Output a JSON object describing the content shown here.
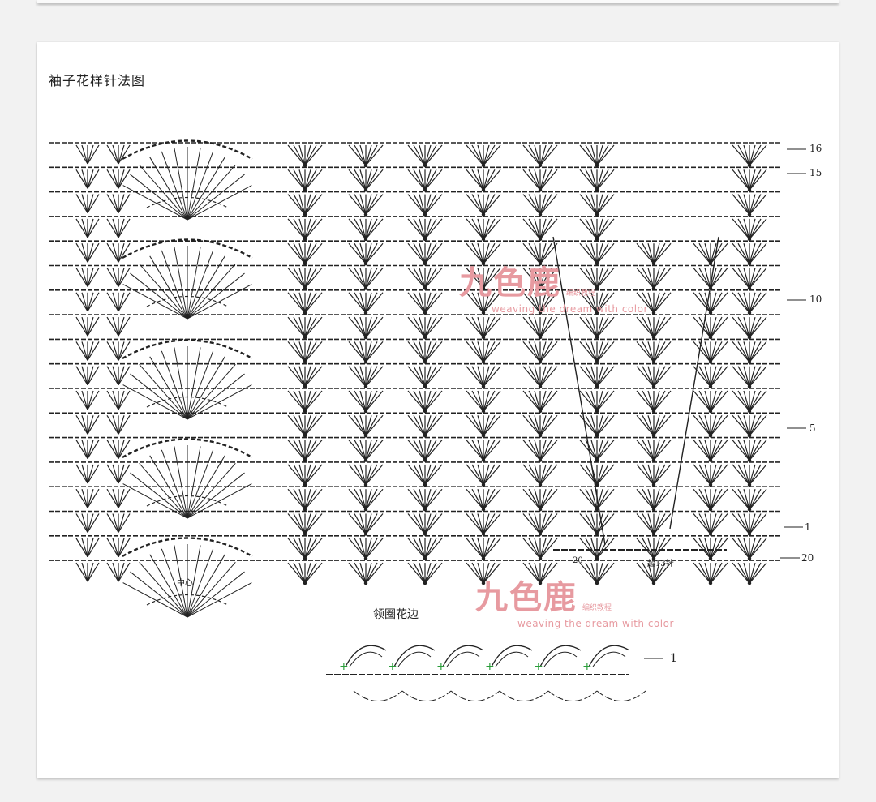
{
  "title": "袖子花样针法图",
  "center_label": "中心",
  "collar_title": "领圈花边",
  "row_numbers": [
    "16",
    "15",
    "10",
    "5",
    "1",
    "20"
  ],
  "collar_row_number": "1",
  "bottom_notes": [
    "20",
    "起13针"
  ],
  "watermark": {
    "brand": "九色鹿",
    "subtitle": "编织教程",
    "tagline": "weaving the dream with color",
    "color": "#e79aa0"
  },
  "colors": {
    "ink": "#222222",
    "accent_plus": "#2a9d3a"
  }
}
